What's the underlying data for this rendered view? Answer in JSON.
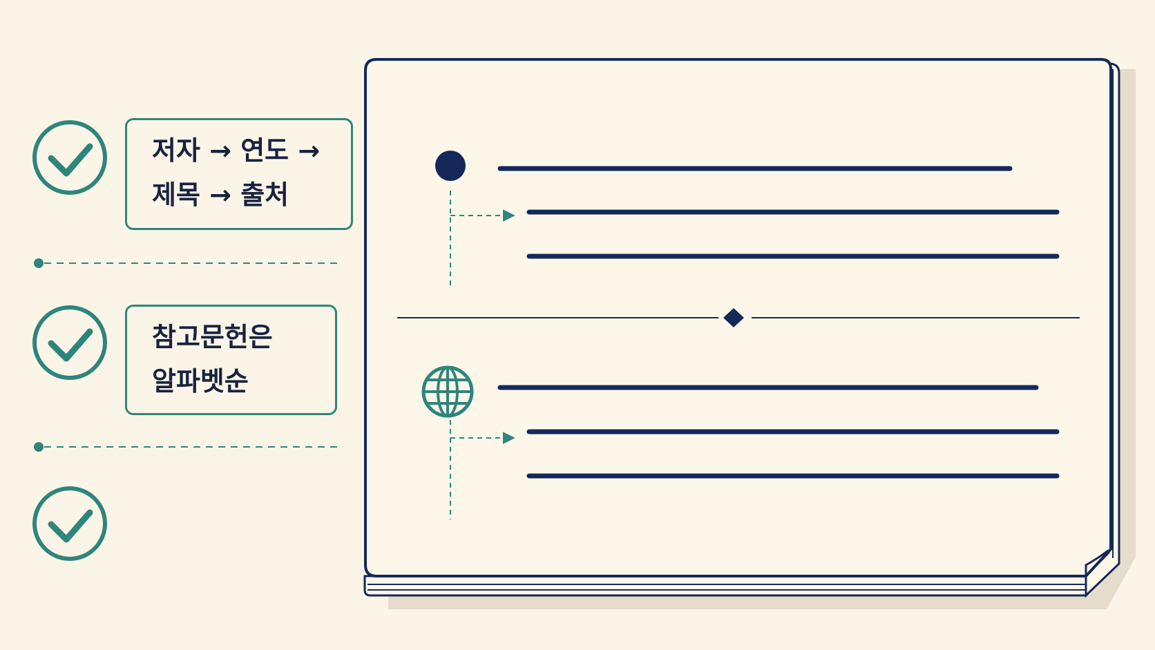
{
  "checklist": [
    {
      "icon": "check-circle-icon",
      "lines": [
        "저자 → 연도 →",
        "제목 → 출처"
      ]
    },
    {
      "icon": "check-circle-icon",
      "lines": [
        "참고문헌은",
        "알파벳순"
      ]
    },
    {
      "icon": "check-circle-icon",
      "lines": []
    }
  ],
  "reference_sheet": {
    "entries": [
      {
        "icon": "filled-dot-icon",
        "line_count": 3
      },
      {
        "icon": "globe-icon",
        "line_count": 3
      }
    ],
    "divider_icon": "diamond-icon"
  },
  "colors": {
    "background": "#fbf5e8",
    "paper": "#fdf7ea",
    "navy": "#14285a",
    "teal": "#2e857b",
    "shadow": "#e6dccb"
  }
}
